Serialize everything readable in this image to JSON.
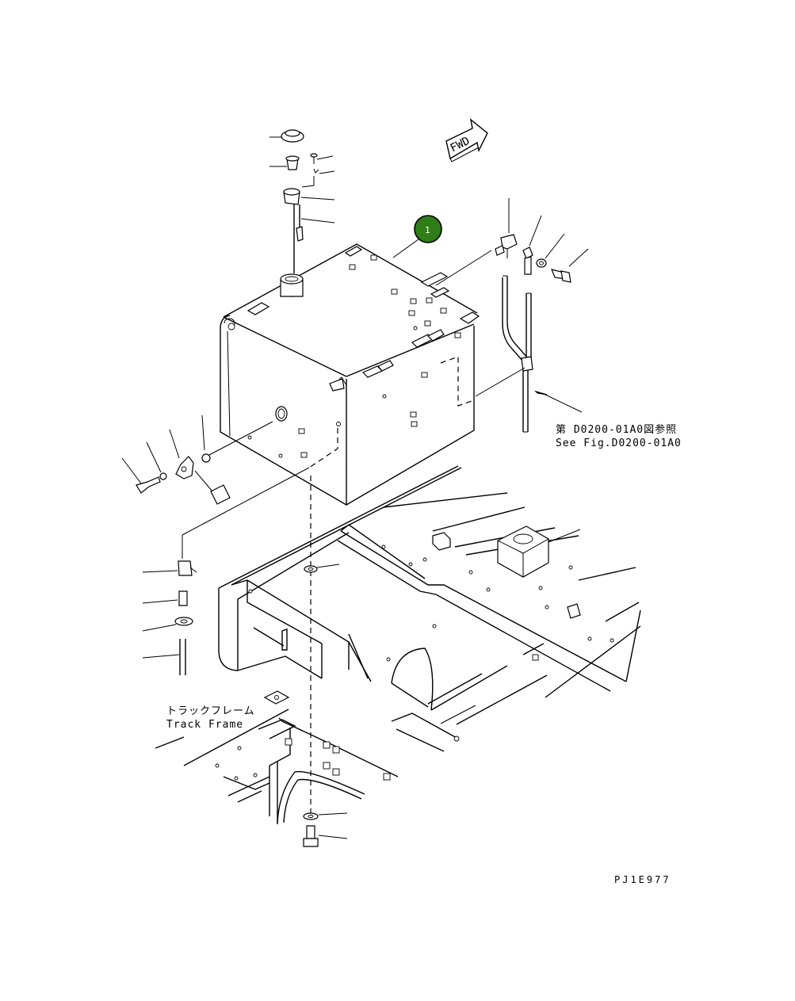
{
  "callout": {
    "number": "1",
    "color": "#2e7d16"
  },
  "direction_arrow": {
    "label": "FWD"
  },
  "reference_note": {
    "jp": "第 D0200-01A0図参照",
    "en": "See Fig.D0200-01A0"
  },
  "track_frame_label": {
    "jp": "トラックフレーム",
    "en": "Track Frame"
  },
  "drawing_code": "PJ1E977"
}
